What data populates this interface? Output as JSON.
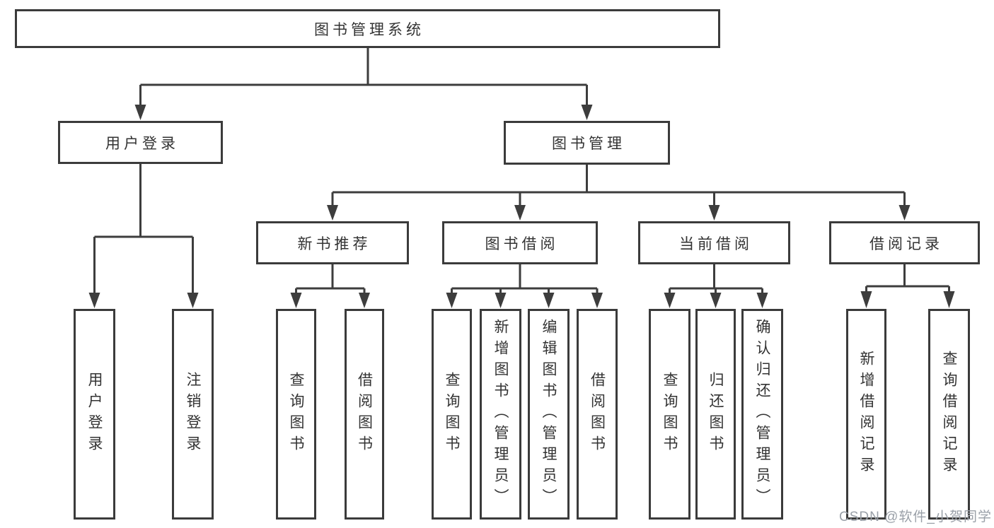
{
  "watermark": {
    "text": "CSDN @软件_小贺同学"
  },
  "diagram": {
    "root": {
      "label": "图书管理系统"
    },
    "user_login": {
      "label": "用户登录",
      "children": [
        "用户登录",
        "注销登录"
      ]
    },
    "book_mgmt": {
      "label": "图书管理",
      "sections": {
        "new_book": {
          "label": "新书推荐",
          "children": [
            "查询图书",
            "借阅图书"
          ]
        },
        "borrow": {
          "label": "图书借阅",
          "children": [
            "查询图书",
            "新增图书（管理员）",
            "编辑图书（管理员）",
            "借阅图书"
          ]
        },
        "current": {
          "label": "当前借阅",
          "children": [
            "查询图书",
            "归还图书",
            "确认归还（管理员）"
          ]
        },
        "records": {
          "label": "借阅记录",
          "children": [
            "新增借阅记录",
            "查询借阅记录"
          ]
        }
      }
    }
  }
}
